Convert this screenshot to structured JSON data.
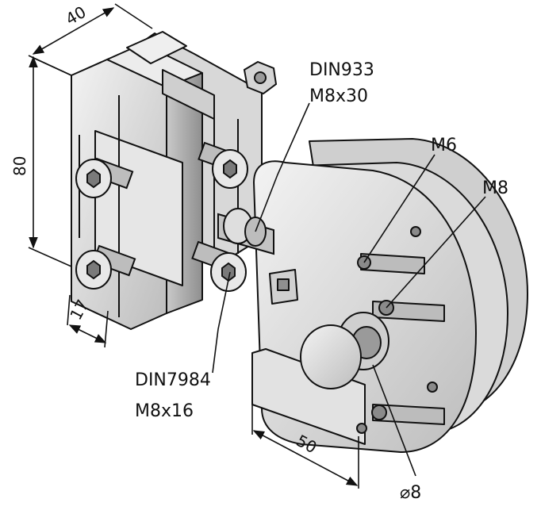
{
  "dimensions": {
    "width_40": "40",
    "height_80": "80",
    "depth_17": "17",
    "length_50": "50",
    "diameter_8": "⌀8"
  },
  "callouts": {
    "din933_line1": "DIN933",
    "din933_line2": "M8x30",
    "din7984_line1": "DIN7984",
    "din7984_line2": "M8x16",
    "m6": "M6",
    "m8": "M8"
  }
}
